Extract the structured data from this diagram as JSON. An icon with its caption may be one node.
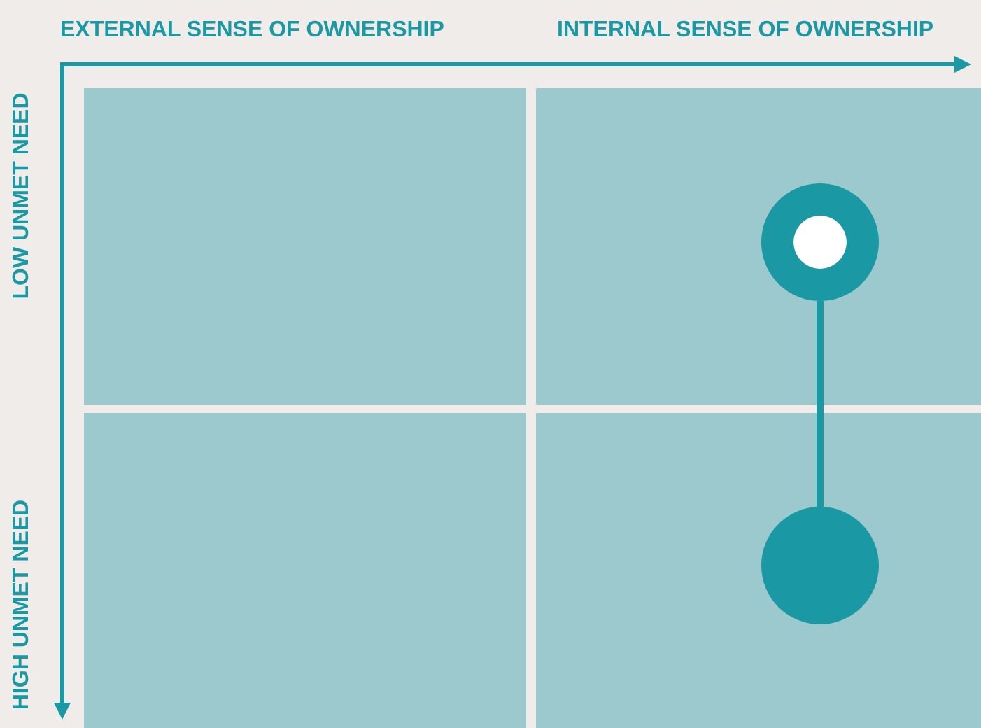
{
  "diagram": {
    "nodes": [
      {
        "text": [],
        "shape": "ring"
      },
      {
        "text": [],
        "shape": "circle"
      }
    ],
    "edges": [
      {
        "from": 0,
        "to": 1,
        "arrow": "none"
      }
    ],
    "labels": [
      "EXTERNAL SENSE OF OWNERSHIP",
      "INTERNAL SENSE OF OWNERSHIP",
      "LOW UNMET NEED",
      "HIGH UNMET NEED"
    ]
  }
}
